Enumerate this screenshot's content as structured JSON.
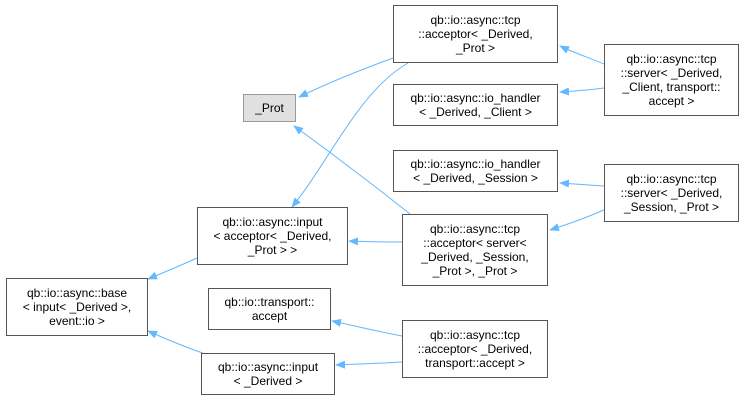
{
  "colors": {
    "edge": "#63b8ff",
    "border": "#555555",
    "highlight_fill": "#e0e0e0"
  },
  "nodes": {
    "prot": {
      "lines": [
        "_Prot"
      ]
    },
    "acceptor_derived_prot": {
      "lines": [
        "qb::io::async::tcp",
        "::acceptor< _Derived,",
        "_Prot >"
      ]
    },
    "io_handler_client": {
      "lines": [
        "qb::io::async::io_handler",
        "< _Derived, _Client >"
      ]
    },
    "server_client_accept": {
      "lines": [
        "qb::io::async::tcp",
        "::server< _Derived,",
        "_Client, transport::",
        "accept >"
      ]
    },
    "io_handler_session": {
      "lines": [
        "qb::io::async::io_handler",
        "< _Derived, _Session >"
      ]
    },
    "server_session_prot": {
      "lines": [
        "qb::io::async::tcp",
        "::server< _Derived,",
        "_Session, _Prot >"
      ]
    },
    "input_acceptor": {
      "lines": [
        "qb::io::async::input",
        "< acceptor< _Derived,",
        "_Prot > >"
      ]
    },
    "acceptor_server": {
      "lines": [
        "qb::io::async::tcp",
        "::acceptor< server<",
        "_Derived, _Session,",
        "_Prot >, _Prot >"
      ]
    },
    "base_input": {
      "lines": [
        "qb::io::async::base",
        "< input< _Derived >,",
        "event::io >"
      ]
    },
    "transport_accept": {
      "lines": [
        "qb::io::transport::",
        "accept"
      ]
    },
    "acceptor_transport": {
      "lines": [
        "qb::io::async::tcp",
        "::acceptor< _Derived,",
        "transport::accept >"
      ]
    },
    "input_derived": {
      "lines": [
        "qb::io::async::input",
        "< _Derived >"
      ]
    }
  }
}
